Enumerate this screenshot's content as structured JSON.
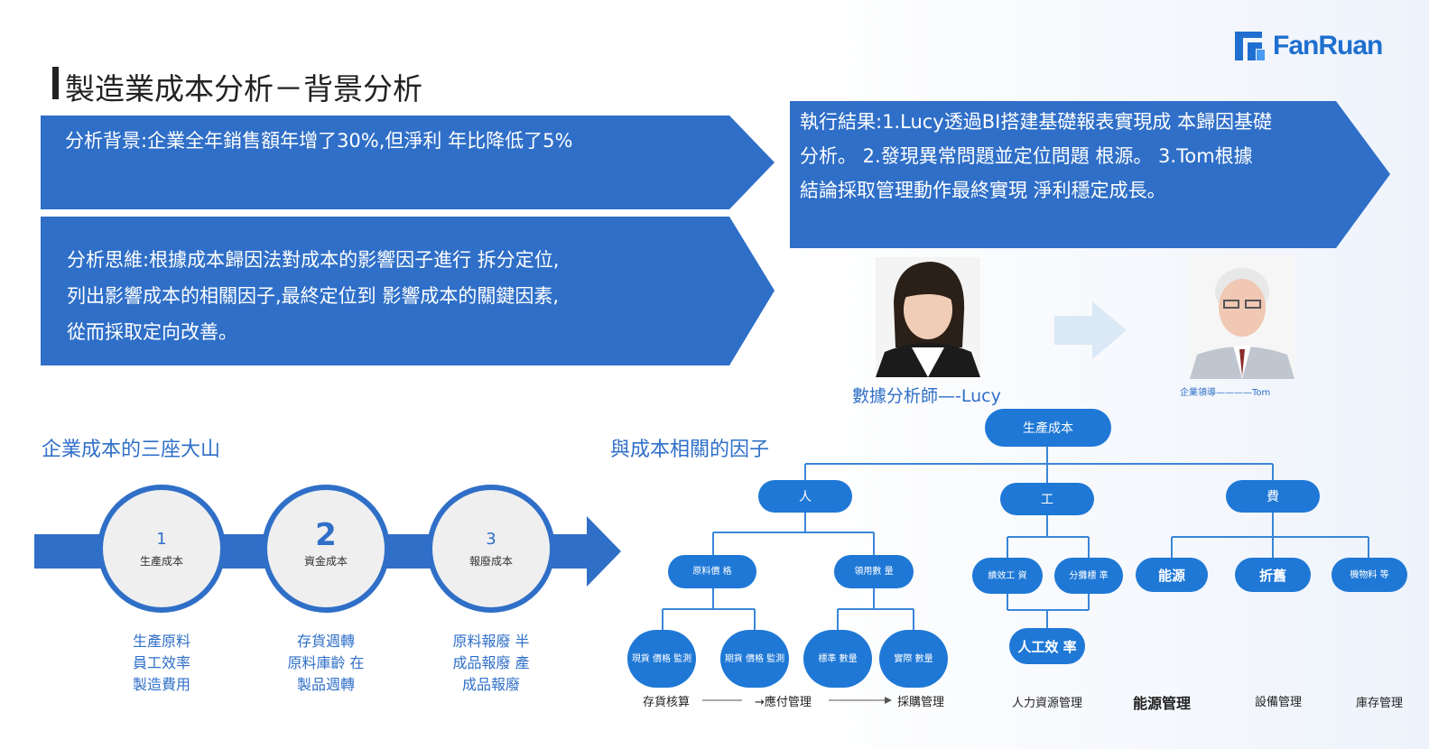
{
  "brand": {
    "name": "FanRuan",
    "color": "#1f6fd0"
  },
  "colors": {
    "banner": "#2f6fc8",
    "node": "#1f78d6"
  },
  "title": "製造業成本分析－背景分析",
  "banners": {
    "background": "分析背景:企業全年銷售額年增了30%,但淨利 年比降低了5%",
    "thinking": [
      "分析思維:根據成本歸因法對成本的影響因子進行 拆分定位,",
      "列出影響成本的相關因子,最終定位到 影響成本的關鍵因素,",
      "從而採取定向改善。"
    ],
    "result": [
      "執行結果:1.Lucy透過BI搭建基礎報表實現成 本歸因基礎",
      "分析。 2.發現異常問題並定位問題 根源。 3.Tom根據",
      "結論採取管理動作最終實現 淨利穩定成長。"
    ]
  },
  "people": {
    "lucy_caption": "數據分析師—-Lucy",
    "tom_caption": "企業領導————Tom"
  },
  "mountains": {
    "heading": "企業成本的三座大山",
    "items": [
      {
        "num": "1",
        "label": "生產成本",
        "lines": [
          "生產原料",
          "員工效率",
          "製造費用"
        ]
      },
      {
        "num": "2",
        "label": "資金成本",
        "lines": [
          "存貨週轉",
          "原料庫齡 在",
          "製品週轉"
        ]
      },
      {
        "num": "3",
        "label": "報廢成本",
        "lines": [
          "原料報廢 半",
          "成品報廢 產",
          "成品報廢"
        ]
      }
    ]
  },
  "factors": {
    "heading": "與成本相關的因子",
    "root": "生產成本",
    "level1": [
      "人",
      "工",
      "費"
    ],
    "person_children": [
      "原料價 格",
      "領用數 量"
    ],
    "price_children": [
      "現貨 價格 監測",
      "期貨 價格 監測"
    ],
    "qty_children": [
      "標準 數量",
      "實際 數量"
    ],
    "work_children": [
      "績效工 資",
      "分攤標 準"
    ],
    "work_bottom": "人工效 率",
    "fee_children": [
      "能源",
      "折舊",
      "機物料 等"
    ],
    "categories": {
      "inventory": "存貨核算",
      "payable": "→應付管理",
      "purchase": "採購管理",
      "hr": "人力資源管理",
      "energy": "能源管理",
      "equipment": "設備管理",
      "stock": "庫存管理"
    }
  }
}
